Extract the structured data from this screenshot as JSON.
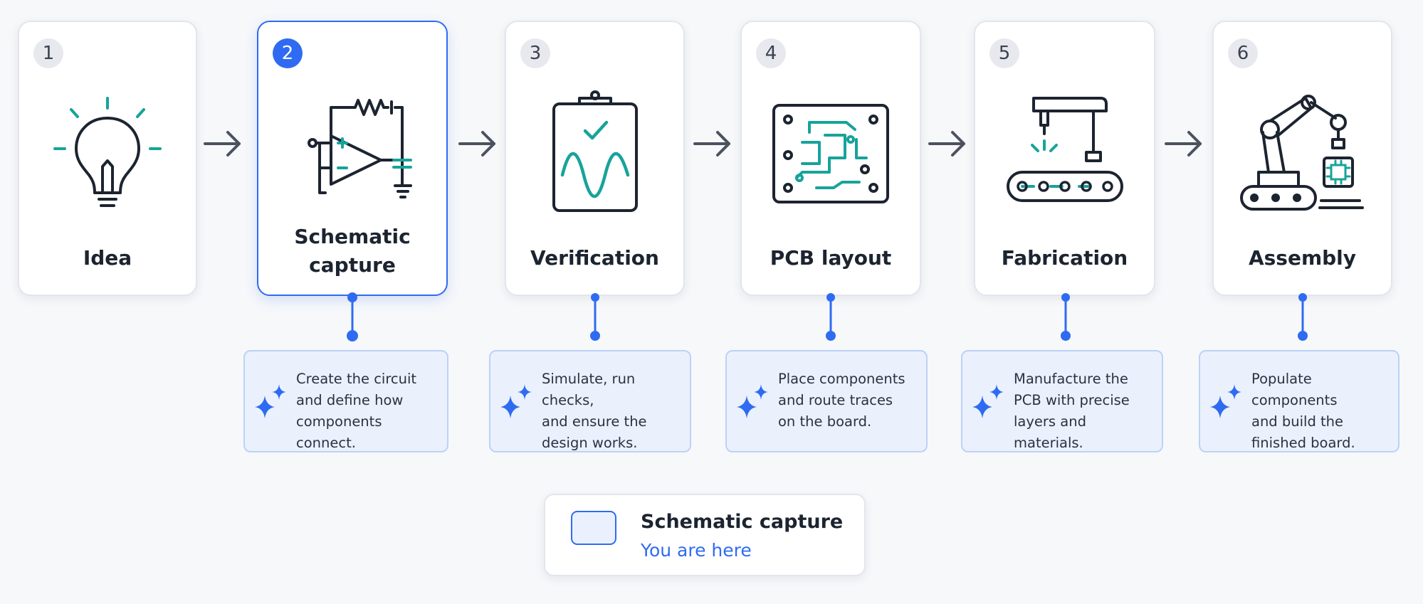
{
  "stages": [
    {
      "number": "1",
      "label": "Idea",
      "icon": "lightbulb-icon",
      "active": false,
      "description": null
    },
    {
      "number": "2",
      "label": "Schematic capture",
      "icon": "op-amp-schematic-icon",
      "active": true,
      "description": [
        "Create the circuit",
        "and define how",
        "components connect."
      ]
    },
    {
      "number": "3",
      "label": "Verification",
      "icon": "clipboard-waveform-icon",
      "active": false,
      "description": [
        "Simulate, run checks,",
        "and ensure the",
        "design works."
      ]
    },
    {
      "number": "4",
      "label": "PCB layout",
      "icon": "circuit-board-icon",
      "active": false,
      "description": [
        "Place components",
        "and route traces",
        "on the board."
      ]
    },
    {
      "number": "5",
      "label": "Fabrication",
      "icon": "conveyor-machine-icon",
      "active": false,
      "description": [
        "Manufacture the",
        "PCB with precise",
        "layers and materials."
      ]
    },
    {
      "number": "6",
      "label": "Assembly",
      "icon": "robot-arm-icon",
      "active": false,
      "description": [
        "Populate components",
        "and build the",
        "finished board."
      ]
    }
  ],
  "legend": {
    "title": "Schematic capture",
    "subtitle": "You are here"
  },
  "colors": {
    "accent": "#2f6bf2",
    "icon_stroke": "#1c2430",
    "icon_teal": "#17a39a",
    "desc_bg": "#eaf1fd",
    "desc_border": "#bcd2f6"
  }
}
